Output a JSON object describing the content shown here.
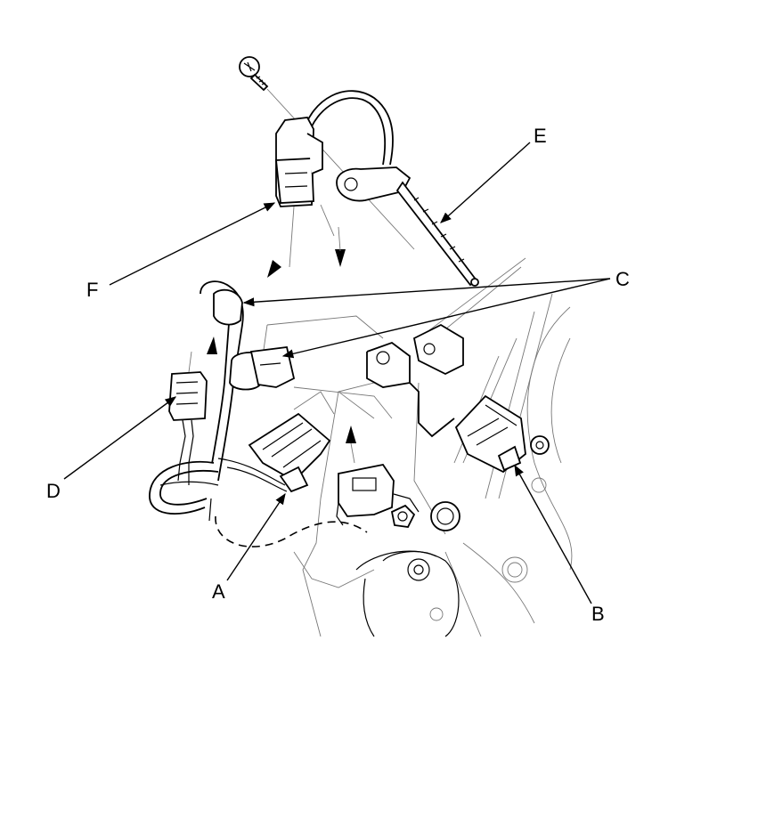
{
  "callouts": {
    "a": "A",
    "b": "B",
    "c": "C",
    "d": "D",
    "e": "E",
    "f": "F"
  },
  "colors": {
    "line": "#000000",
    "background": "#ffffff",
    "faint_line": "#777777"
  }
}
